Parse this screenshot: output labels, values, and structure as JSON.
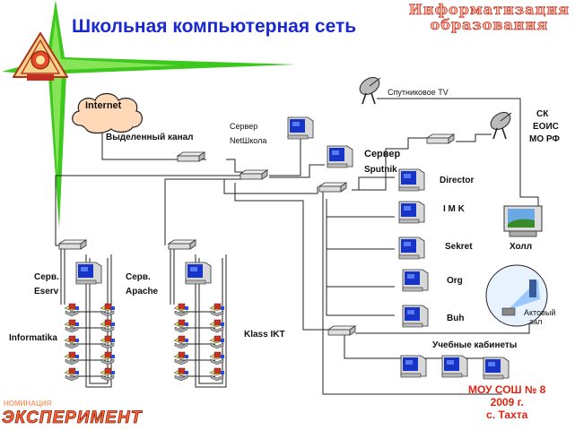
{
  "title": "Школьная компьютерная сеть",
  "brand": {
    "line1": "Информатизация",
    "line2": "образования"
  },
  "nodes": {
    "internet": "Internet",
    "channel": "Выделенный канал",
    "netschool_1": "Сервер",
    "netschool_2": "NetШкола",
    "sat_tv": "Спутниковое TV",
    "sk_1": "СК",
    "sk_2": "ЕОИС",
    "sk_3": "МО РФ",
    "sputnik_1": "Сервер",
    "sputnik_2": "Sputnik",
    "director": "Director",
    "imk": "I M K",
    "sekret": "Sekret",
    "holl": "Холл",
    "org": "Org",
    "buh": "Buh",
    "aktzal_1": "Актовый",
    "aktzal_2": "зал",
    "serv_eserv_1": "Серв.",
    "serv_eserv_2": "Eserv",
    "serv_apache_1": "Серв.",
    "serv_apache_2": "Apache",
    "informatika": "Informatika",
    "klass_ikt": "Klass IKT",
    "classrooms": "Учебные кабинеты"
  },
  "org": {
    "line1": "МОУ СОШ № 8",
    "line2": "2009 г.",
    "line3": "с. Тахта"
  },
  "nomination": {
    "label": "НОМИНАЦИЯ",
    "name": "ЭКСПЕРИМЕНТ"
  },
  "colors": {
    "title": "#1a2ad0",
    "accent_green": "#3cc81c",
    "org_red": "#e3230f",
    "brand_fill": "#ffb3a0"
  },
  "icons": [
    "school-emblem-icon",
    "cloud-icon",
    "satellite-dish-icon",
    "network-switch-icon",
    "computer-icon",
    "tv-icon",
    "projector-icon"
  ]
}
